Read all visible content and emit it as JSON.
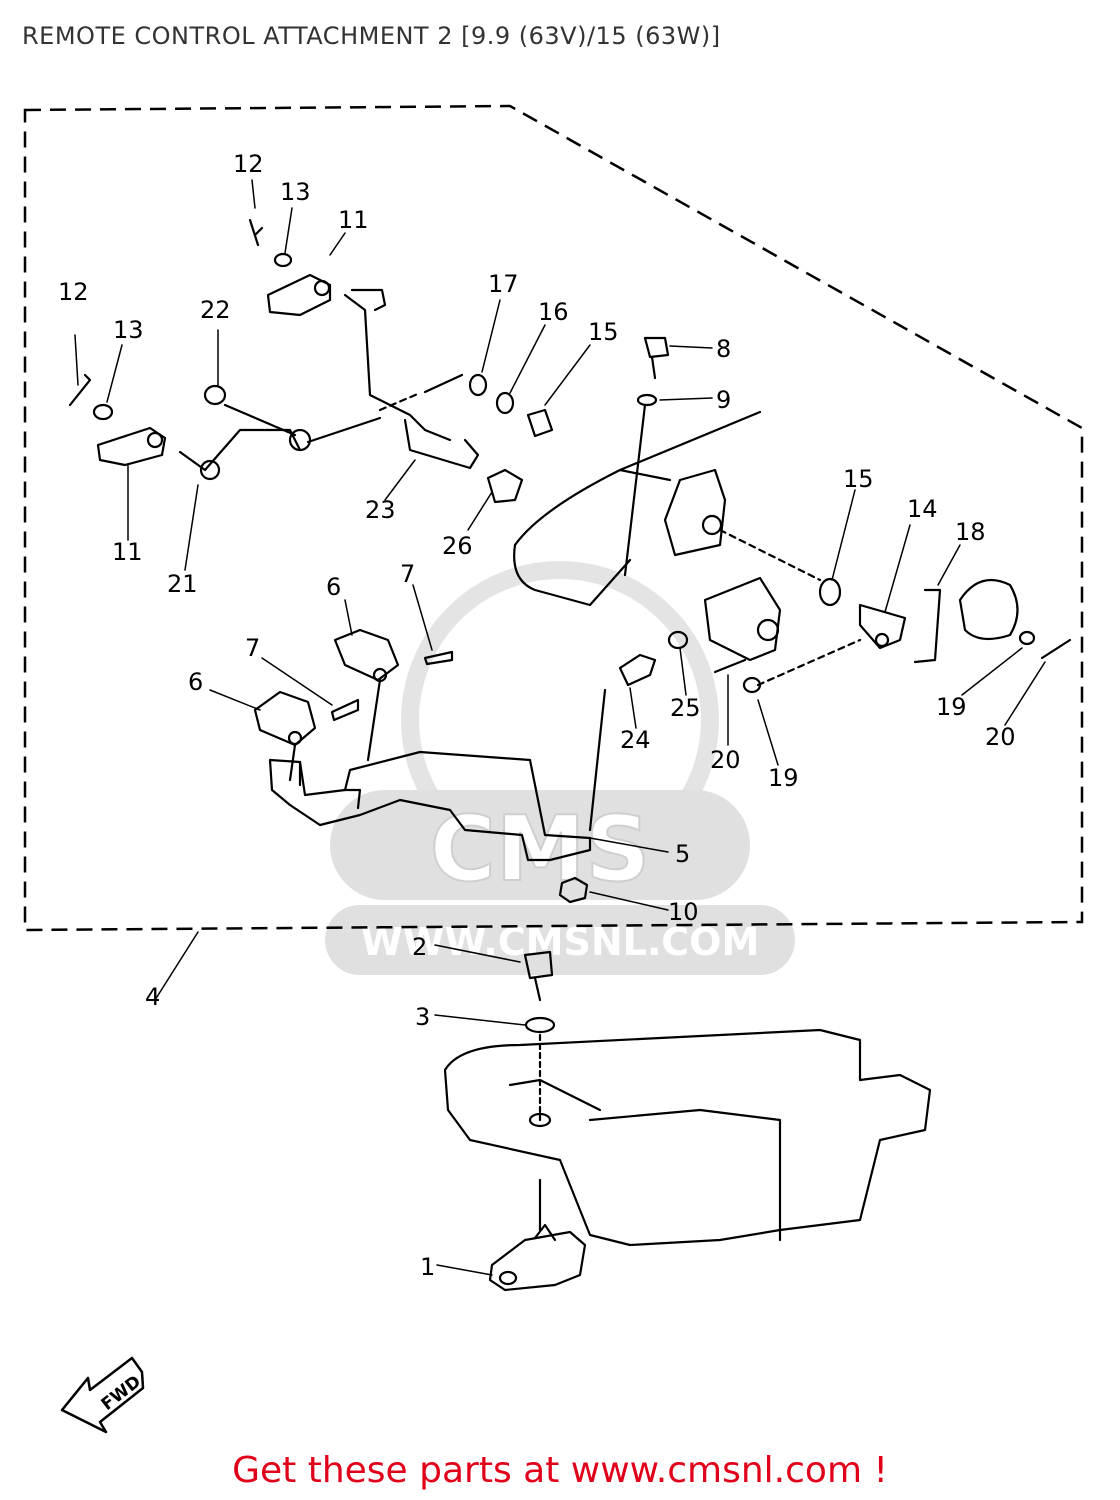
{
  "page": {
    "title": "REMOTE CONTROL ATTACHMENT 2 [9.9 (63V)/15 (63W)]",
    "footer_cta": "Get these parts at www.cmsnl.com !"
  },
  "watermark": {
    "brand": "CMS",
    "url": "WWW.CMSNL.COM"
  },
  "fwd_label": "FWD",
  "callouts": [
    "1",
    "2",
    "3",
    "4",
    "5",
    "6",
    "6",
    "7",
    "7",
    "8",
    "9",
    "10",
    "11",
    "11",
    "12",
    "12",
    "13",
    "13",
    "14",
    "15",
    "15",
    "16",
    "17",
    "18",
    "19",
    "19",
    "20",
    "20",
    "21",
    "22",
    "23",
    "24",
    "25",
    "26"
  ],
  "colors": {
    "footer": "#e1001a",
    "line": "#000000",
    "watermark": "#dcdcdc"
  }
}
